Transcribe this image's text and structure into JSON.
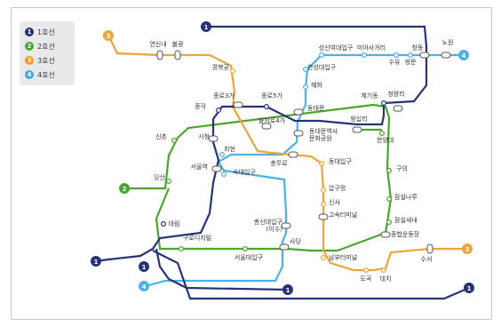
{
  "legend": [
    {
      "num": "1",
      "label": "1호선",
      "color": "#22306b"
    },
    {
      "num": "2",
      "label": "2호선",
      "color": "#4aa52e"
    },
    {
      "num": "3",
      "label": "3호선",
      "color": "#f29b21"
    },
    {
      "num": "4",
      "label": "4호선",
      "color": "#3fa8dc"
    }
  ],
  "colors": {
    "line1": "#263475",
    "line2": "#4aa52e",
    "line3": "#eea43a",
    "line4": "#4bb1e6"
  },
  "line_badges": {
    "line1": "1",
    "line2": "2",
    "line3": "3",
    "line4": "4"
  },
  "stations": {
    "yeonsinnae": "연신내",
    "bulgwang": "불광",
    "gyeongbokgung": "경복궁",
    "sungshin": "성신여대입구",
    "miasageori": "미아사거리",
    "changdong": "창동",
    "nowon": "노원",
    "suyu": "수유",
    "ssangmun": "쌍문",
    "hansung": "한성대입구",
    "hyehwa": "혜화",
    "jegidong": "제기동",
    "cheongnyangni": "청량리",
    "jongno3ga": "종로3가",
    "jongno5ga": "종로5가",
    "jonggak": "종각",
    "dongdaemun": "동대문",
    "euljiro4ga": "을지로4가",
    "wangsimni": "왕십리",
    "ddp": "동대문역사\n문화공원",
    "hanyang": "한양대",
    "sinchon": "신촌",
    "cityhall": "시청",
    "hoehyeon": "회현",
    "seoulstation": "서울역",
    "sookmyung": "숙대입구",
    "chungmuro": "충무로",
    "dongguk": "동대입구",
    "guui": "구의",
    "dangsan": "당산",
    "apgujeong": "압구정",
    "sinsa": "신사",
    "jamsilnaru": "잠실나루",
    "express_terminal": "고속터미널",
    "chongshin": "총신대입구\n(이수)",
    "jamsilsaenae": "잠실새내",
    "daerim": "대림",
    "guro_digital": "구로디지털",
    "sadang": "사당",
    "sports_complex": "종합운동장",
    "seoul_univ": "서울대입구",
    "nambu_terminal": "남부터미널",
    "suseo": "수서",
    "dogok": "도곡",
    "daechi": "대치"
  }
}
